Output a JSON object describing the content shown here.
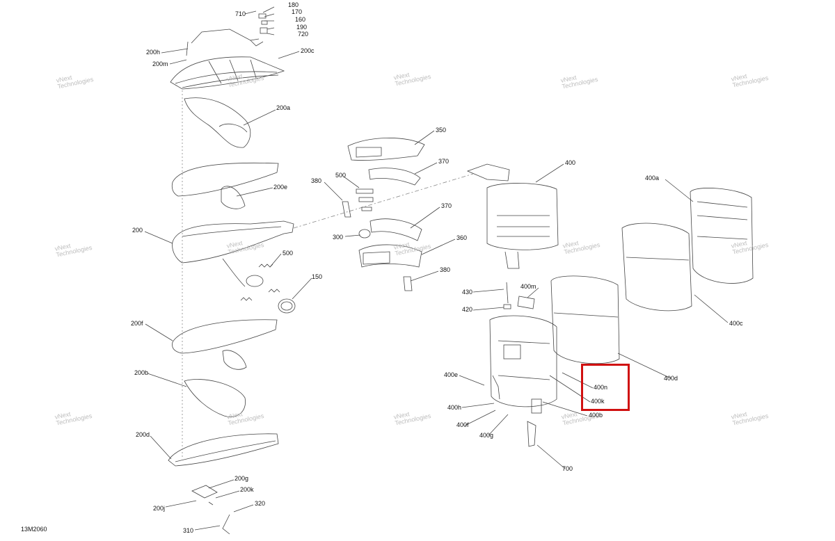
{
  "diagram": {
    "code": "13M2060",
    "highlight_color": "#d01010",
    "watermark": {
      "line1": "vNext",
      "line2": "Technologies"
    },
    "labels": {
      "p710": "710",
      "p180": "180",
      "p170": "170",
      "p160": "160",
      "p190": "190",
      "p720": "720",
      "p200h": "200h",
      "p200m": "200m",
      "p200c": "200c",
      "p200a": "200a",
      "p200e": "200e",
      "p200": "200",
      "p500a": "500",
      "p150": "150",
      "p200f": "200f",
      "p200b": "200b",
      "p200d": "200d",
      "p200g": "200g",
      "p200k": "200k",
      "p200j": "200j",
      "p320": "320",
      "p310": "310",
      "p350": "350",
      "p370a": "370",
      "p380a": "380",
      "p500b": "500",
      "p370b": "370",
      "p300": "300",
      "p360": "360",
      "p380b": "380",
      "p400": "400",
      "p400a": "400a",
      "p400m": "400m",
      "p430": "430",
      "p420": "420",
      "p400c": "400c",
      "p400d": "400d",
      "p400e": "400e",
      "p400n": "400n",
      "p400k": "400k",
      "p400h": "400h",
      "p400b": "400b",
      "p400f": "400f",
      "p400g": "400g",
      "p700": "700"
    }
  }
}
